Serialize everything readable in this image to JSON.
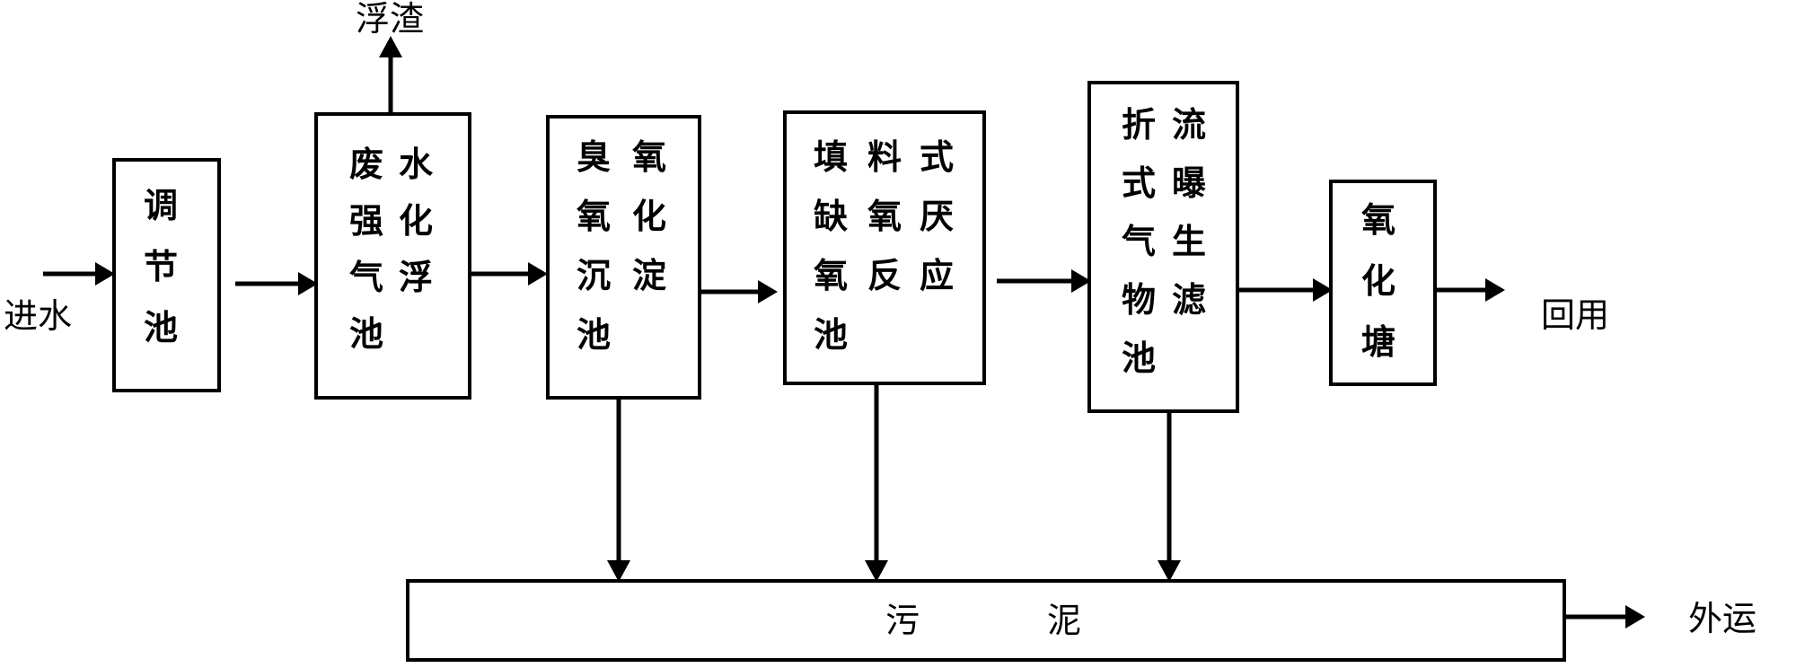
{
  "inputs": {
    "inlet": "进水"
  },
  "outputs": {
    "reuse": "回用",
    "haul_away": "外运",
    "scum": "浮渣"
  },
  "units": {
    "regulating_tank": {
      "chars": [
        "调",
        "节",
        "池"
      ]
    },
    "flotation_tank": {
      "chars": [
        "废",
        "水",
        "强",
        "化",
        "气",
        "浮",
        "池"
      ]
    },
    "ozone_tank": {
      "chars": [
        "臭",
        "氧",
        "氧",
        "化",
        "沉",
        "淀",
        "池"
      ]
    },
    "anaerobic_tank": {
      "chars": [
        "填",
        "料",
        "式",
        "缺",
        "氧",
        "厌",
        "氧",
        "反",
        "应",
        "池"
      ]
    },
    "baf_tank": {
      "chars": [
        "折",
        "流",
        "式",
        "曝",
        "气",
        "生",
        "物",
        "滤",
        "池"
      ]
    },
    "oxidation_pond": {
      "chars": [
        "氧",
        "化",
        "塘"
      ]
    },
    "sludge": {
      "chars": [
        "污",
        "泥"
      ]
    }
  }
}
